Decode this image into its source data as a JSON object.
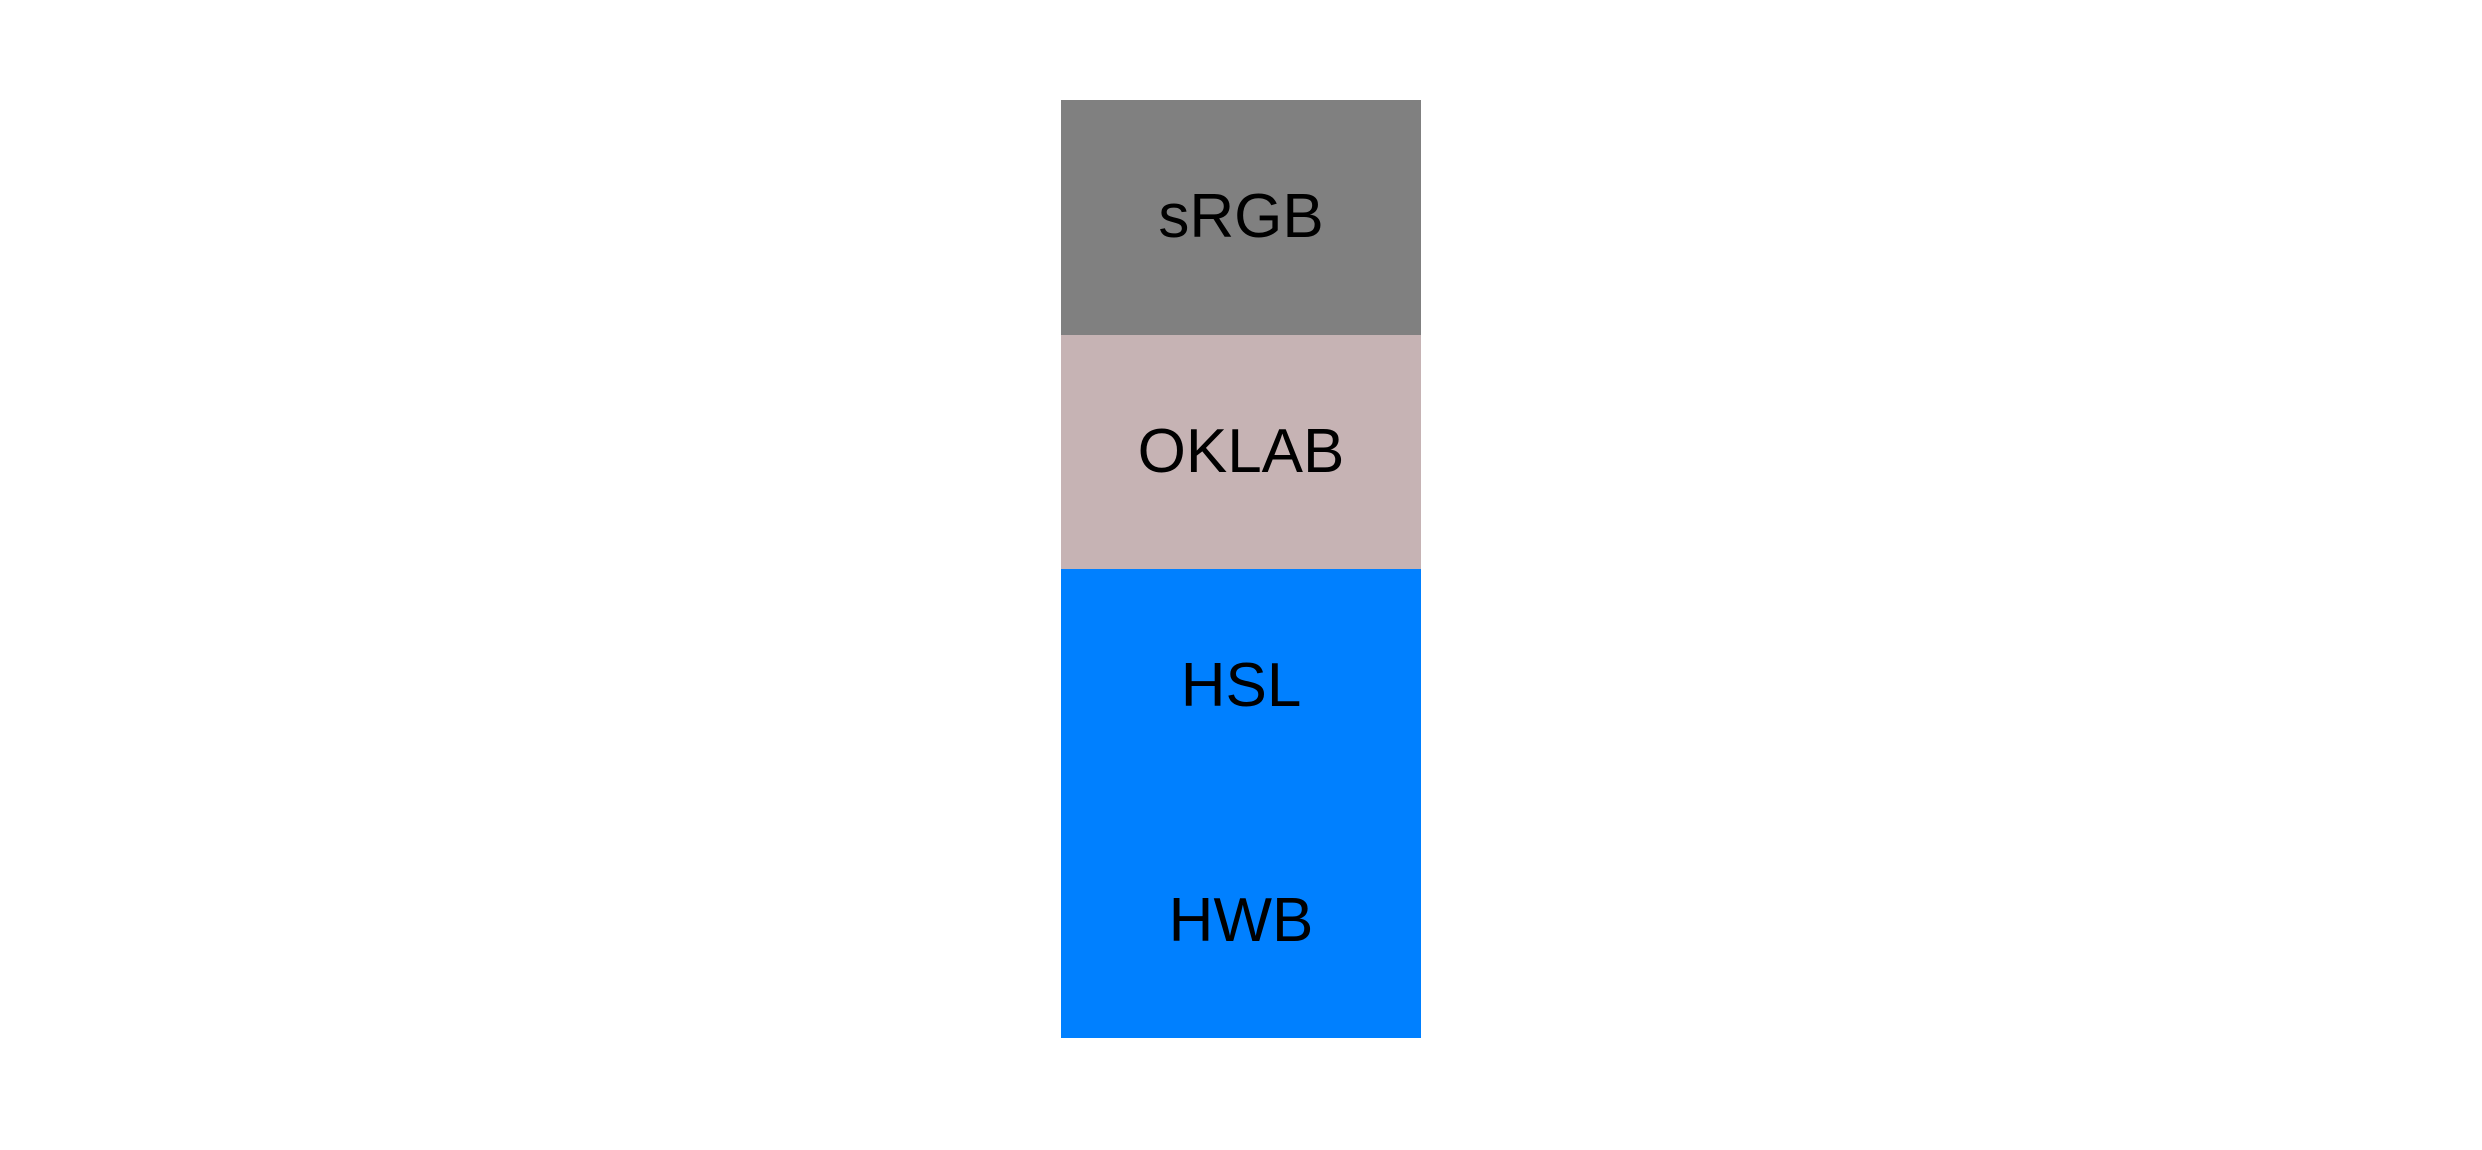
{
  "page": {
    "background_color": "#ffffff",
    "text_color": "#000000"
  },
  "swatches": {
    "items": [
      {
        "label": "sRGB",
        "background": "#808080"
      },
      {
        "label": "OKLAB",
        "background": "#c6b3b4"
      },
      {
        "label": "HSL",
        "background": "#0080ff"
      },
      {
        "label": "HWB",
        "background": "#0080ff"
      }
    ]
  }
}
